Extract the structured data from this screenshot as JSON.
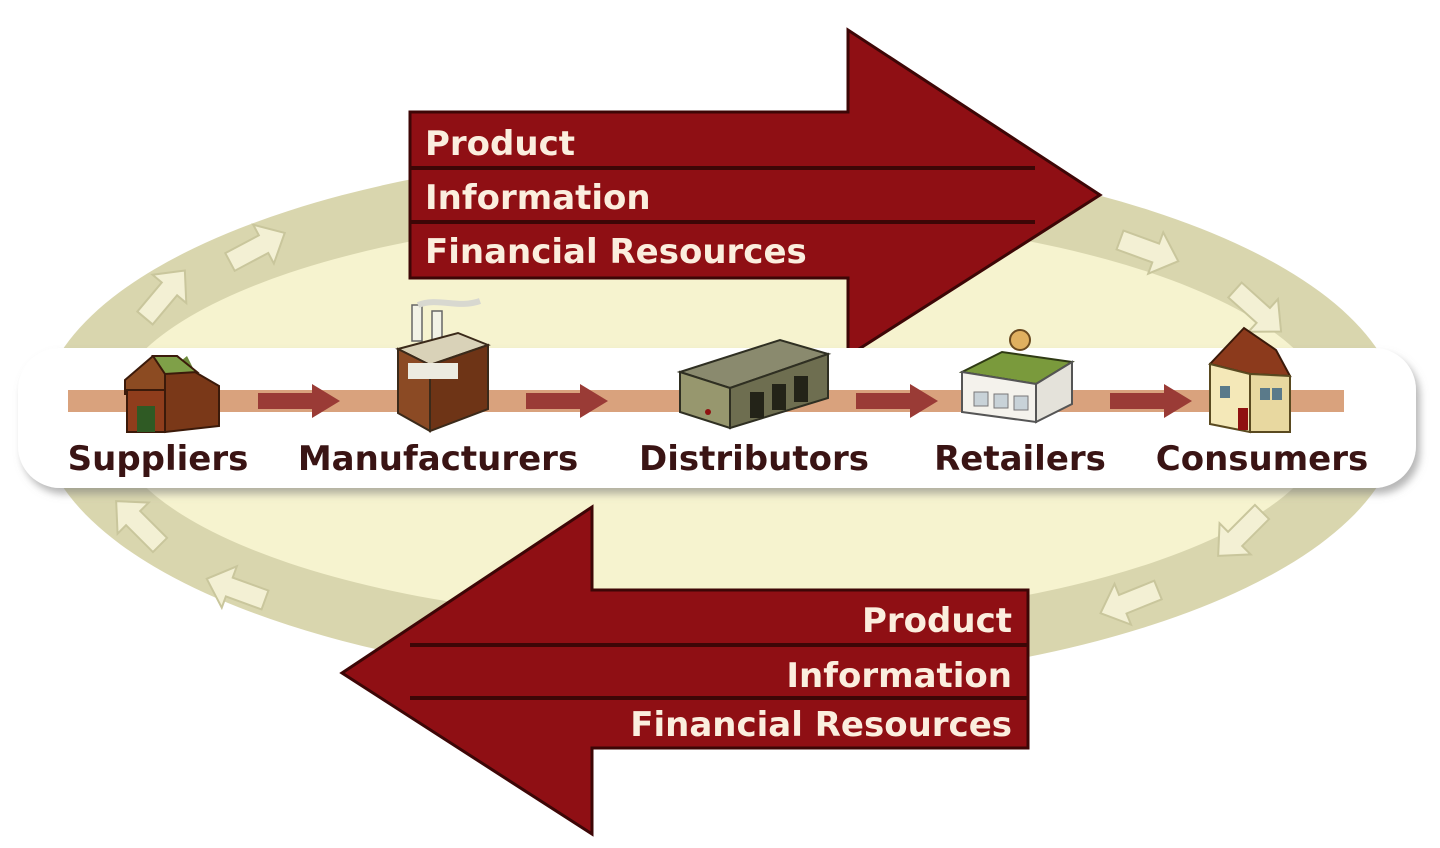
{
  "colors": {
    "ring_outer": "#d9d6ae",
    "ring_inner": "#f6f3cf",
    "band": "#ffffff",
    "track": "#d9a27d",
    "step_arrow": "#9a3b36",
    "big_arrow": "#8f0f14",
    "big_arrow_lines": "#3d0606",
    "label_text": "#3a1414",
    "arrow_text": "#fbeede"
  },
  "stages": [
    {
      "label": "Suppliers",
      "icon": "barn-icon"
    },
    {
      "label": "Manufacturers",
      "icon": "factory-icon"
    },
    {
      "label": "Distributors",
      "icon": "warehouse-icon"
    },
    {
      "label": "Retailers",
      "icon": "store-icon"
    },
    {
      "label": "Consumers",
      "icon": "house-icon"
    }
  ],
  "forward_flow": {
    "direction": "right",
    "lines": [
      "Product",
      "Information",
      "Financial Resources"
    ]
  },
  "backward_flow": {
    "direction": "left",
    "lines": [
      "Product",
      "Information",
      "Financial Resources"
    ]
  }
}
